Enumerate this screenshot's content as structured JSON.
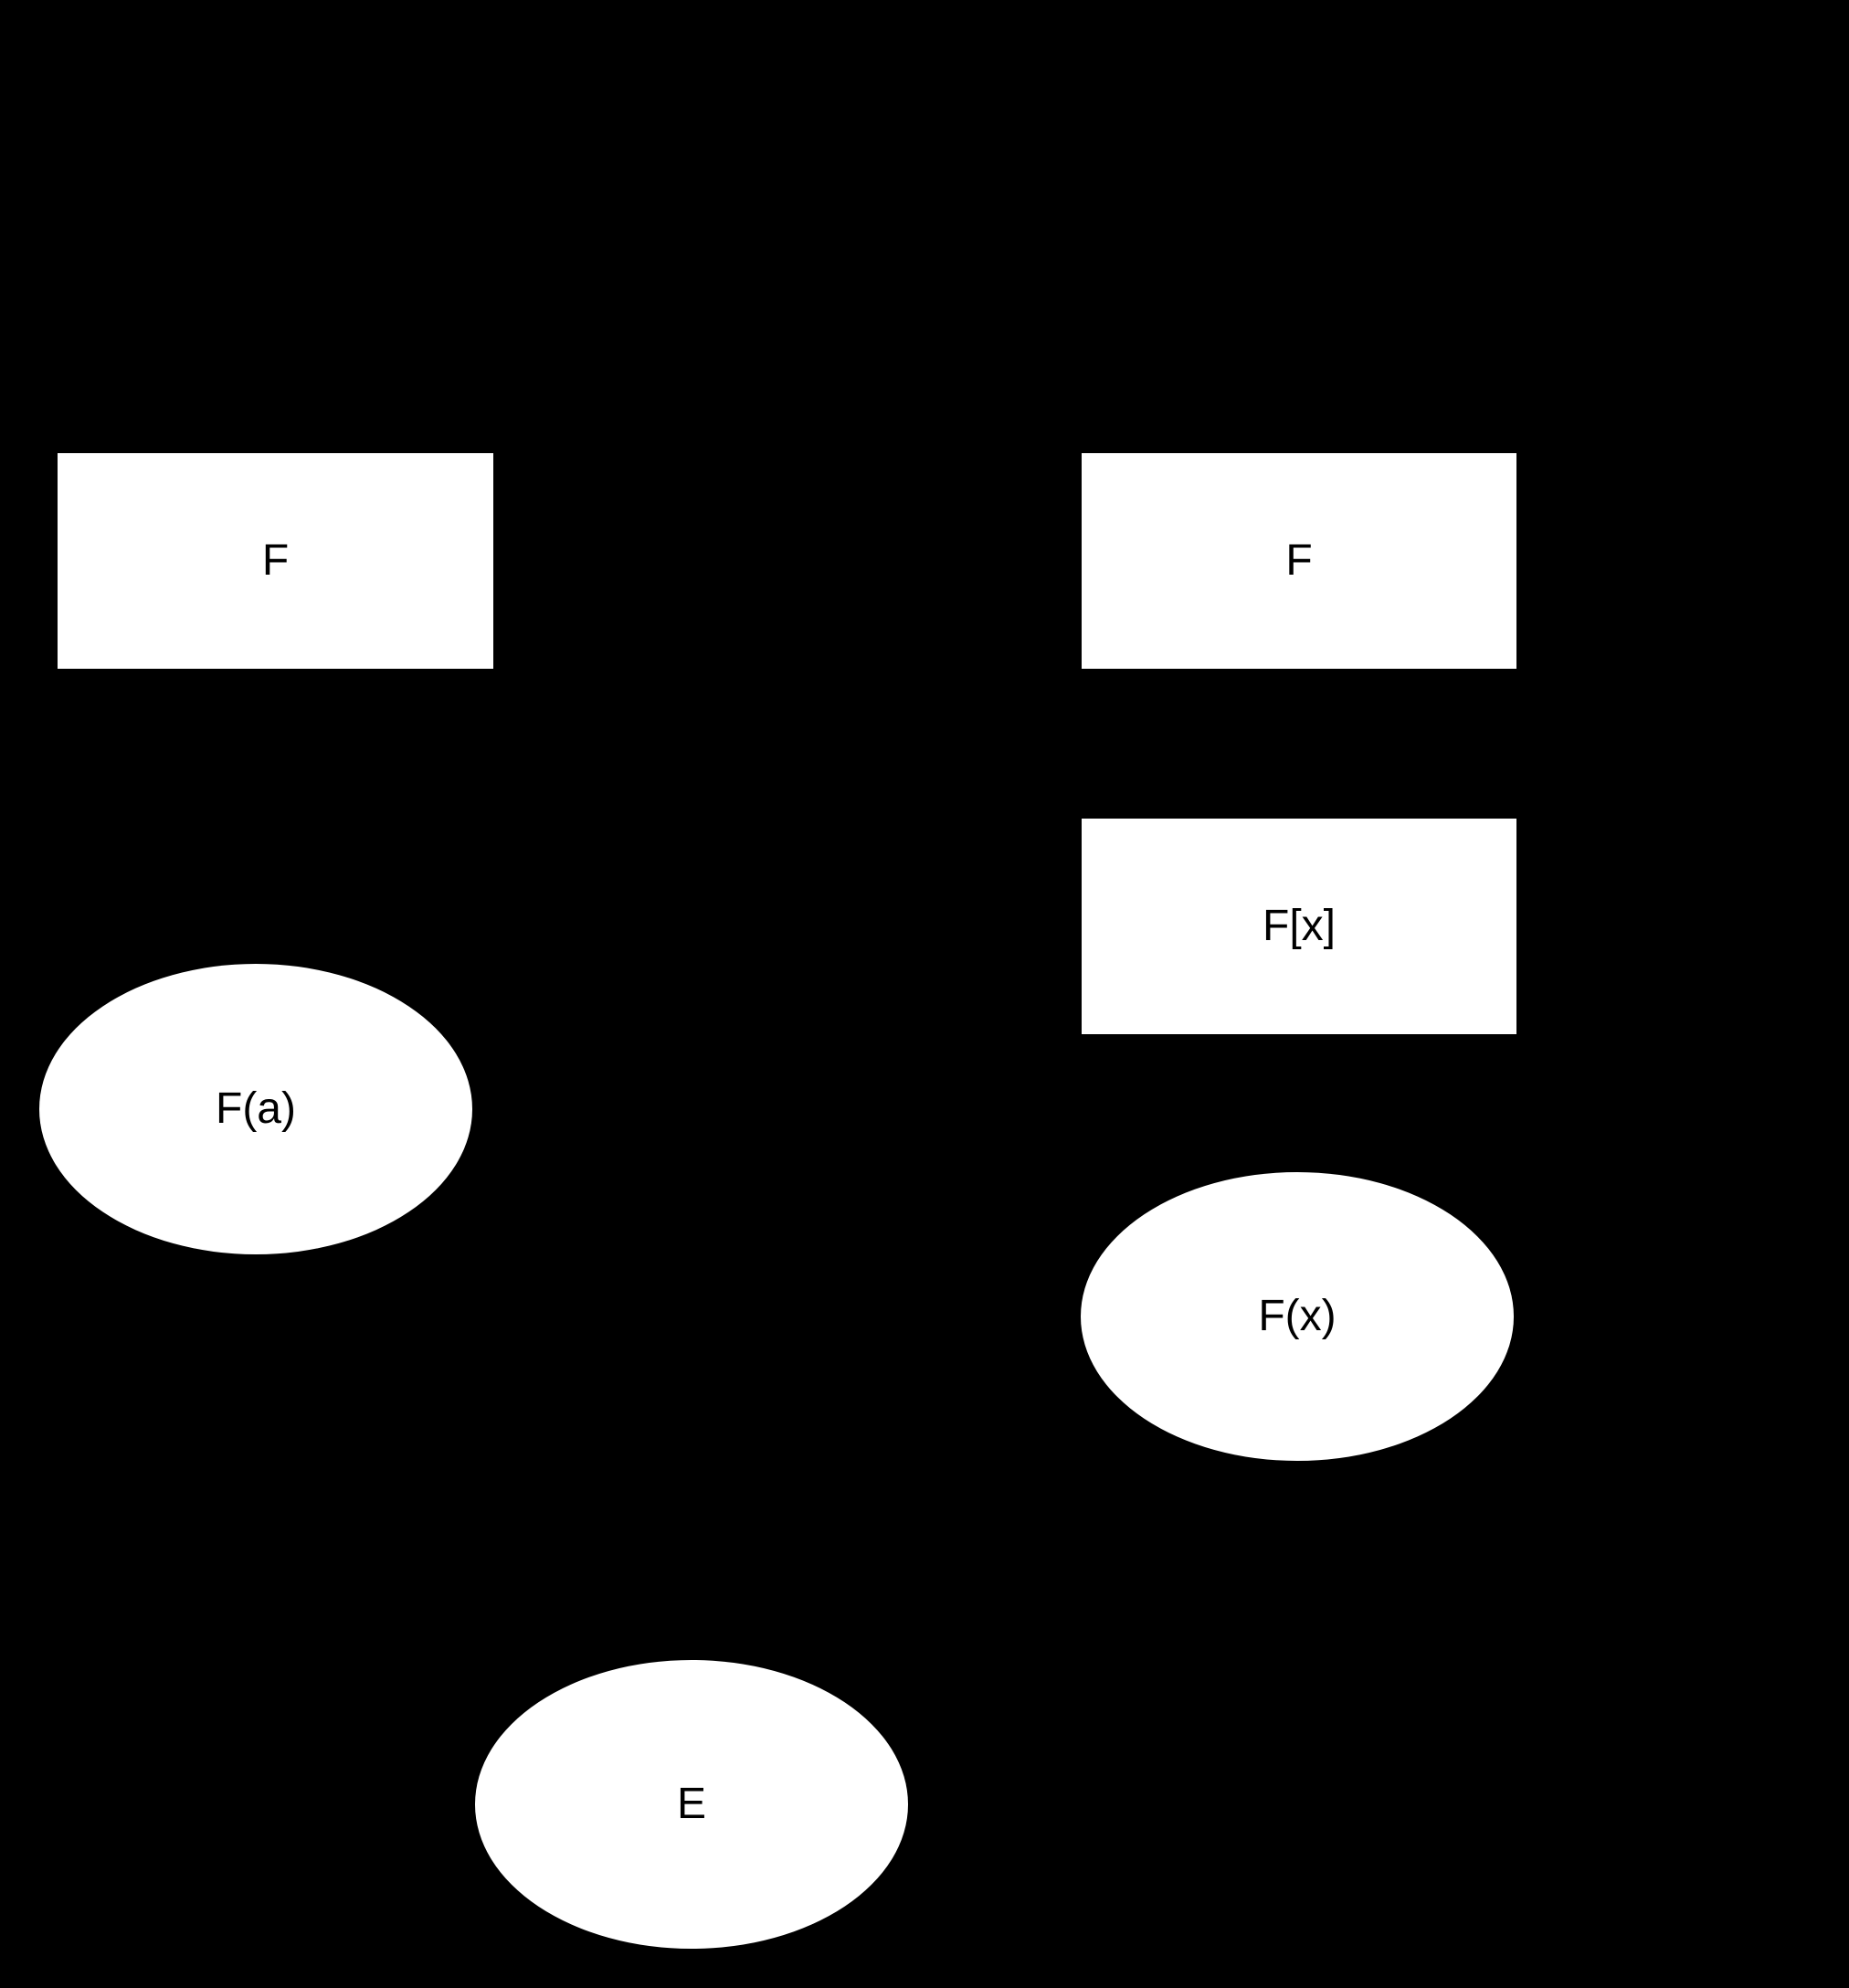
{
  "diagram": {
    "background_color": "#000000",
    "node_fill_color": "#ffffff",
    "node_text_color": "#000000",
    "nodes": [
      {
        "id": "field-F-left",
        "label": "F",
        "shape": "rectangle"
      },
      {
        "id": "field-F-right",
        "label": "F",
        "shape": "rectangle"
      },
      {
        "id": "ring-F-x",
        "label": "F[x]",
        "shape": "rectangle"
      },
      {
        "id": "field-F-a",
        "label": "F(a)",
        "shape": "ellipse"
      },
      {
        "id": "field-F-x",
        "label": "F(x)",
        "shape": "ellipse"
      },
      {
        "id": "field-E",
        "label": "E",
        "shape": "ellipse"
      }
    ]
  }
}
